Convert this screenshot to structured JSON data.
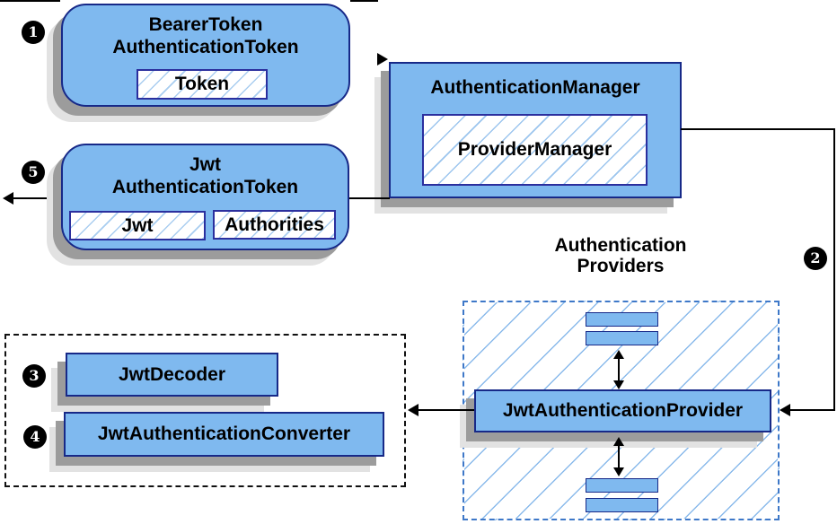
{
  "diagram": {
    "badges": {
      "step1": "1",
      "step2": "2",
      "step3": "3",
      "step4": "4",
      "step5": "5"
    },
    "nodes": {
      "bearer_token": {
        "title_line1": "BearerToken",
        "title_line2": "AuthenticationToken",
        "chip": "Token"
      },
      "auth_manager": {
        "title": "AuthenticationManager",
        "chip": "ProviderManager"
      },
      "jwt_token": {
        "title_line1": "Jwt",
        "title_line2": "AuthenticationToken",
        "chips": [
          "Jwt",
          "Authorities"
        ]
      },
      "jwt_provider": {
        "title": "JwtAuthenticationProvider"
      },
      "jwt_decoder": {
        "title": "JwtDecoder"
      },
      "jwt_converter": {
        "title": "JwtAuthenticationConverter"
      }
    },
    "panels": {
      "providers": {
        "title_line1": "Authentication",
        "title_line2": "Providers"
      }
    },
    "colors": {
      "node_fill": "#7fb9ef",
      "node_border": "#172988",
      "chip_border": "#2b2f9e",
      "chip_hatch": "#a9cdf0",
      "panel_hatch": "#8abaeb",
      "panel_border_blue": "#3e78c8",
      "panel_border_black": "#111111",
      "shadow_dark": "#9c9c9c",
      "shadow_light": "#e2e2e2",
      "connector": "#000000",
      "badge_bg": "#000000",
      "badge_text": "#ffffff"
    }
  }
}
